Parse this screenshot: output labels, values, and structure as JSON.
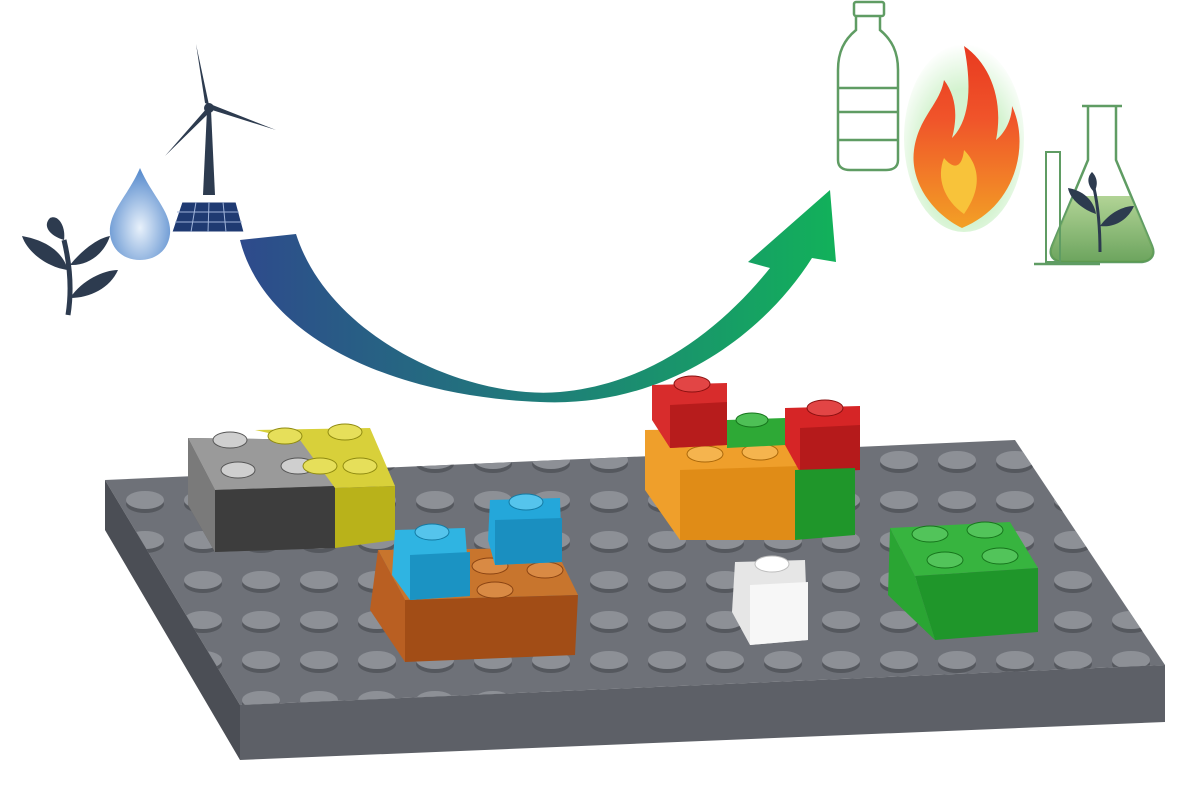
{
  "diagram": {
    "inputs": [
      {
        "icon": "plant-sprout-icon"
      },
      {
        "icon": "water-drop-icon"
      },
      {
        "icon": "wind-turbine-icon"
      },
      {
        "icon": "solar-panel-icon"
      }
    ],
    "outputs": [
      {
        "icon": "plastic-bottle-icon"
      },
      {
        "icon": "flame-fuel-icon"
      },
      {
        "icon": "flask-bioproduct-icon"
      }
    ],
    "arrow": {
      "from_color": "#2e4a8c",
      "to_color": "#12b15a"
    },
    "baseplate": {
      "color": "#6e7178"
    },
    "bricks": [
      {
        "name": "grey",
        "color": "#8c8c8c"
      },
      {
        "name": "yellow",
        "color": "#c9c21e"
      },
      {
        "name": "orange",
        "color": "#ec9a26"
      },
      {
        "name": "red",
        "color": "#d62526"
      },
      {
        "name": "green",
        "color": "#27a832"
      },
      {
        "name": "blue",
        "color": "#1da7d9"
      },
      {
        "name": "brown",
        "color": "#b4601f"
      },
      {
        "name": "white",
        "color": "#f2f2f2"
      }
    ],
    "icon_color": "#2d3b4f",
    "output_line_color": "#5f9c63"
  }
}
